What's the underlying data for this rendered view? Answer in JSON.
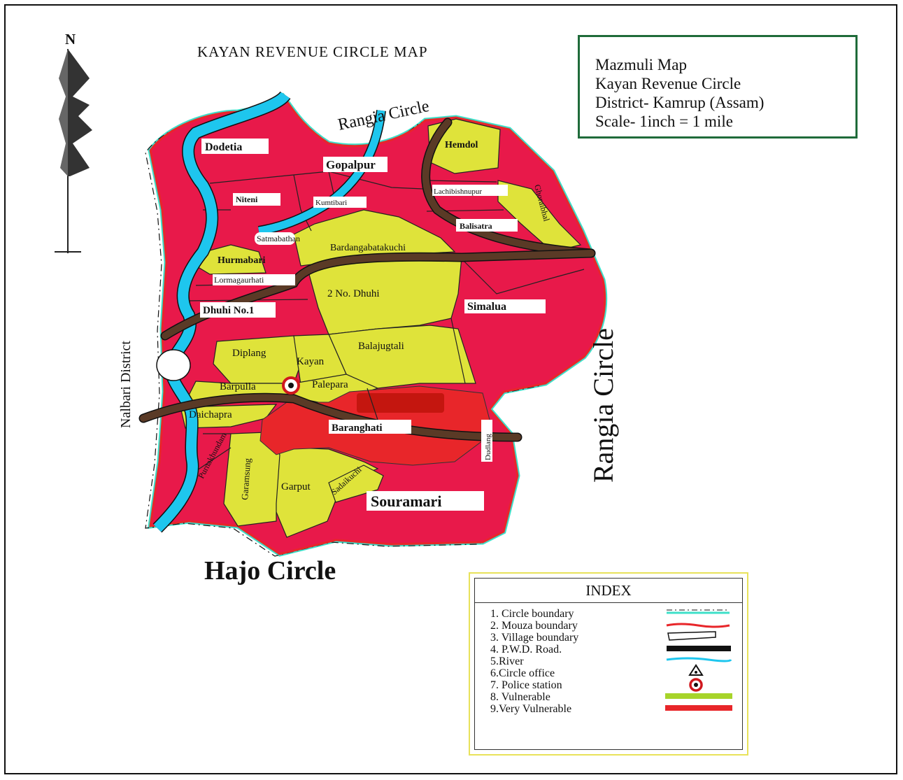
{
  "title": "KAYAN REVENUE CIRCLE MAP",
  "north": "N",
  "info": [
    "Mazmuli Map",
    "Kayan Revenue Circle",
    "District- Kamrup (Assam)",
    "Scale- 1inch = 1 mile"
  ],
  "surroundings": {
    "north": "Rangia Circle",
    "east": "Rangia Circle",
    "west": "Nalbari District",
    "south": "Hajo Circle"
  },
  "villages": {
    "dodetia": "Dodetia",
    "gopalpur": "Gopalpur",
    "hemdol": "Hemdol",
    "niteni": "Niteni",
    "kumtibari": "Kumtibari",
    "lachibishnupur": "Lachibishnupur",
    "ghoraibhal": "Ghoraibhal",
    "balisatra": "Balisatra",
    "satmabathan": "Satmabathan",
    "bardangabatakuchi": "Bardangabatakuchi",
    "hurmabari": "Hurmabari",
    "lormagaurhati": "Lormagaurhati",
    "dhuhi1": "Dhuhi No.1",
    "dhuhi2": "2 No. Dhuhi",
    "simalua": "Simalua",
    "diplang": "Diplang",
    "kayan": "Kayan",
    "balajugtali": "Balajugtali",
    "barpulla": "Barpulla",
    "palepara": "Palepara",
    "daichapra": "Daichapra",
    "baranghati": "Baranghati",
    "dudlang": "Dudlang",
    "purnakhundam": "Purnakhundam",
    "garamsung": "Garamsung",
    "garput": "Garput",
    "sadaikuchi": "Sadaikuchi",
    "souramari": "Souramari"
  },
  "index": {
    "title": "INDEX",
    "items": [
      "1. Circle boundary",
      "2. Mouza boundary",
      "3. Village boundary",
      "4. P.W.D. Road.",
      "5.River",
      "6.Circle office",
      "7. Police station",
      "8. Vulnerable",
      "9.Very Vulnerable"
    ]
  },
  "colors": {
    "very_vulnerable": "#e8194a",
    "vulnerable": "#dfe33a",
    "very_vulnerable_swatch": "#e8262a",
    "vulnerable_swatch": "#a7d42a",
    "river": "#1ec6ee",
    "road": "#5a3a26",
    "circle_boundary": "#3ee0c9",
    "box_border": "#1f6b3a"
  }
}
